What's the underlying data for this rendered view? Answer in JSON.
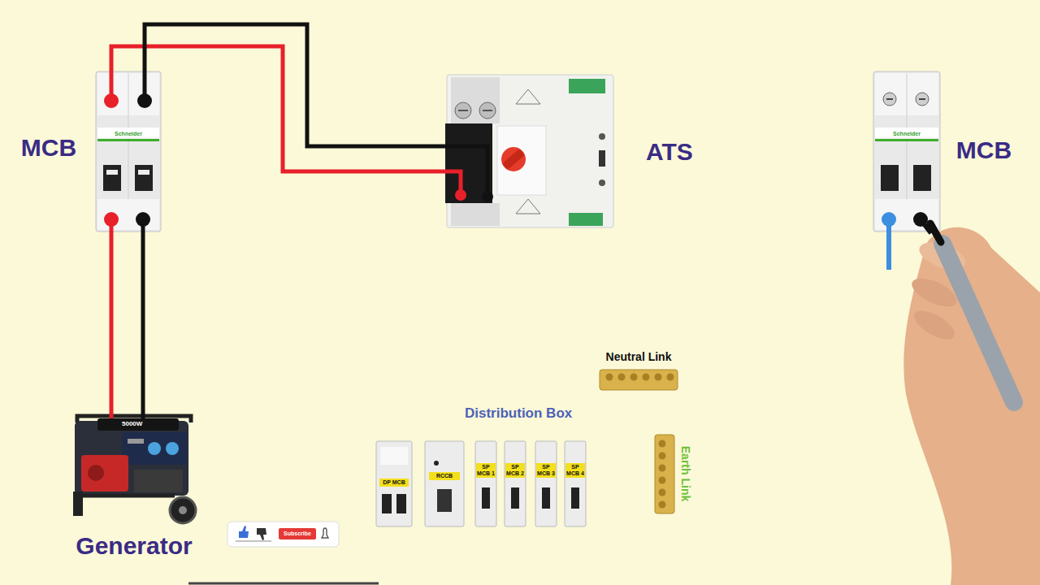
{
  "diagram": {
    "nodes": [
      {
        "text": [
          "MCB"
        ]
      },
      {
        "text": [
          "ATS"
        ]
      },
      {
        "text": [
          "MCB"
        ]
      },
      {
        "text": [
          "Neutral Link"
        ]
      },
      {
        "text": [
          "DP MCB"
        ]
      },
      {
        "text": [
          "RCCB"
        ]
      },
      {
        "text": [
          "SP MCB 1"
        ]
      },
      {
        "text": [
          "SP MCB 2"
        ]
      },
      {
        "text": [
          "SP MCB 3"
        ]
      },
      {
        "text": [
          "SP MCB 4"
        ]
      },
      {
        "text": [
          "Earth Link"
        ]
      },
      {
        "text": [
          "Generator"
        ]
      }
    ],
    "edges": [
      {
        "from": 11,
        "to": 0,
        "arrow": "none"
      },
      {
        "from": 11,
        "to": 0,
        "arrow": "none"
      },
      {
        "from": 0,
        "to": 1,
        "arrow": "none"
      },
      {
        "from": 0,
        "to": 1,
        "arrow": "none"
      }
    ],
    "labels": [
      "Distribution Box",
      "5000W",
      "Schneider",
      "Schneider",
      "Subscribe"
    ]
  }
}
